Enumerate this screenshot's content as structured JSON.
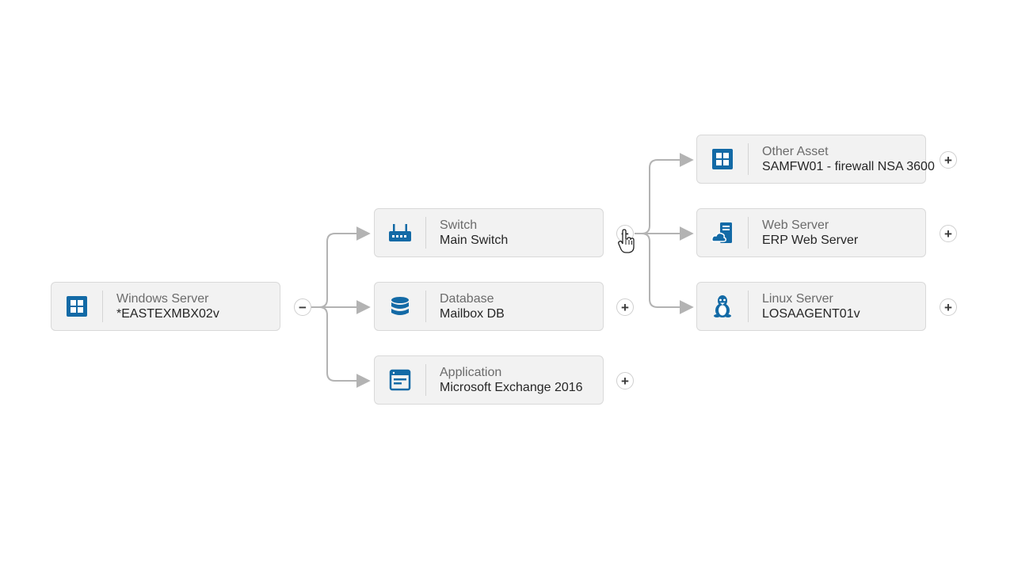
{
  "nodes": {
    "windows": {
      "type": "Windows Server",
      "label": "*EASTEXMBX02v",
      "icon": "grid-icon"
    },
    "switch": {
      "type": "Switch",
      "label": "Main Switch",
      "icon": "switch-icon"
    },
    "database": {
      "type": "Database",
      "label": "Mailbox DB",
      "icon": "database-icon"
    },
    "application": {
      "type": "Application",
      "label": "Microsoft Exchange 2016",
      "icon": "application-icon"
    },
    "other": {
      "type": "Other Asset",
      "label": "SAMFW01 - firewall NSA 3600",
      "icon": "grid-icon"
    },
    "web": {
      "type": "Web Server",
      "label": "ERP Web Server",
      "icon": "web-server-icon"
    },
    "linux": {
      "type": "Linux Server",
      "label": "LOSAAGENT01v",
      "icon": "linux-icon"
    }
  },
  "toggles": {
    "windows": "−",
    "switch": "−",
    "database": "+",
    "application": "+",
    "other": "+",
    "web": "+",
    "linux": "+"
  },
  "colors": {
    "icon": "#136aa6",
    "connector": "#b3b3b3",
    "node_bg": "#f2f2f2"
  }
}
